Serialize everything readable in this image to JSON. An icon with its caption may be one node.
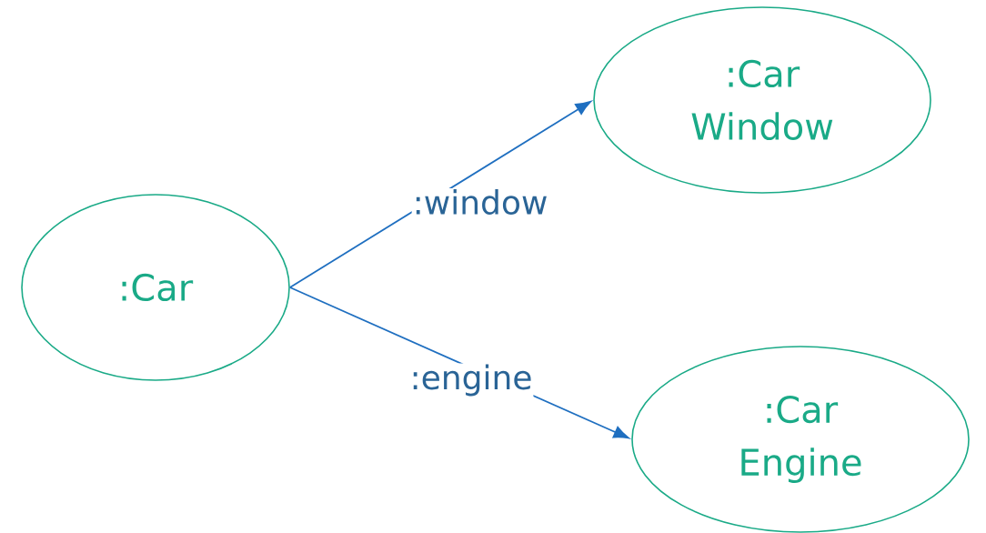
{
  "diagram": {
    "nodes": [
      {
        "text": [
          ":Car"
        ]
      },
      {
        "text": [
          ":Car Window"
        ]
      },
      {
        "text": [
          ":Car Engine"
        ]
      }
    ],
    "edges": [
      {
        "from": 0,
        "to": 1,
        "arrow": "to",
        "label": ":window"
      },
      {
        "from": 0,
        "to": 2,
        "arrow": "to",
        "label": ":engine"
      }
    ]
  }
}
